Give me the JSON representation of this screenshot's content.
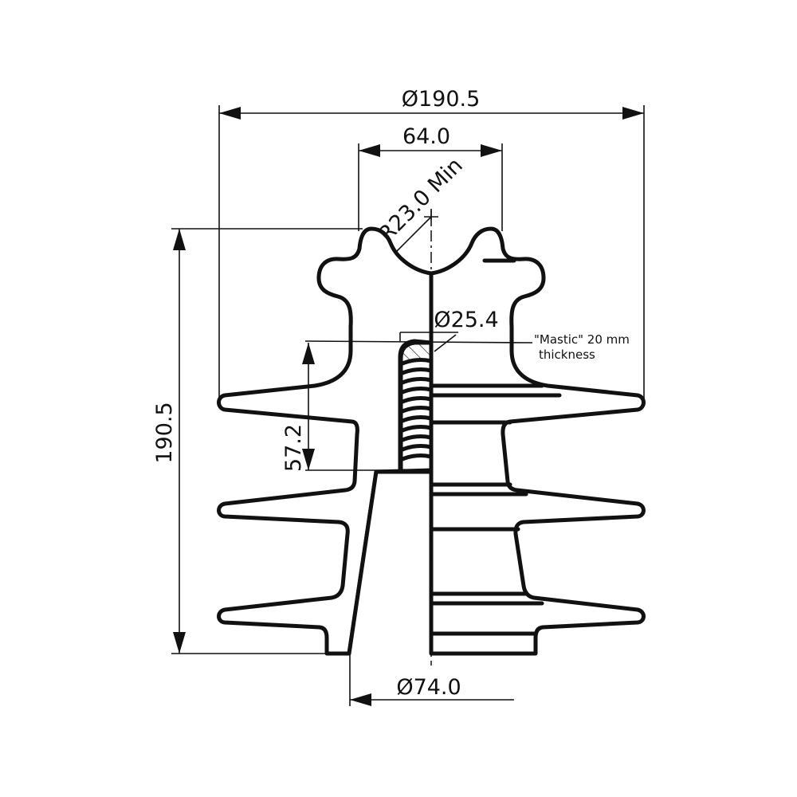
{
  "dimensions": {
    "overall_diameter": "Ø190.5",
    "head_width": "64.0",
    "groove_radius": "R23.0 Min",
    "bore_diameter": "Ø25.4",
    "height": "190.5",
    "thread_depth": "57.2",
    "base_diameter": "Ø74.0"
  },
  "notes": {
    "mastic_line1": "\"Mastic\" 20 mm",
    "mastic_line2": "thickness"
  },
  "colors": {
    "ink": "#111111",
    "background": "#ffffff"
  }
}
